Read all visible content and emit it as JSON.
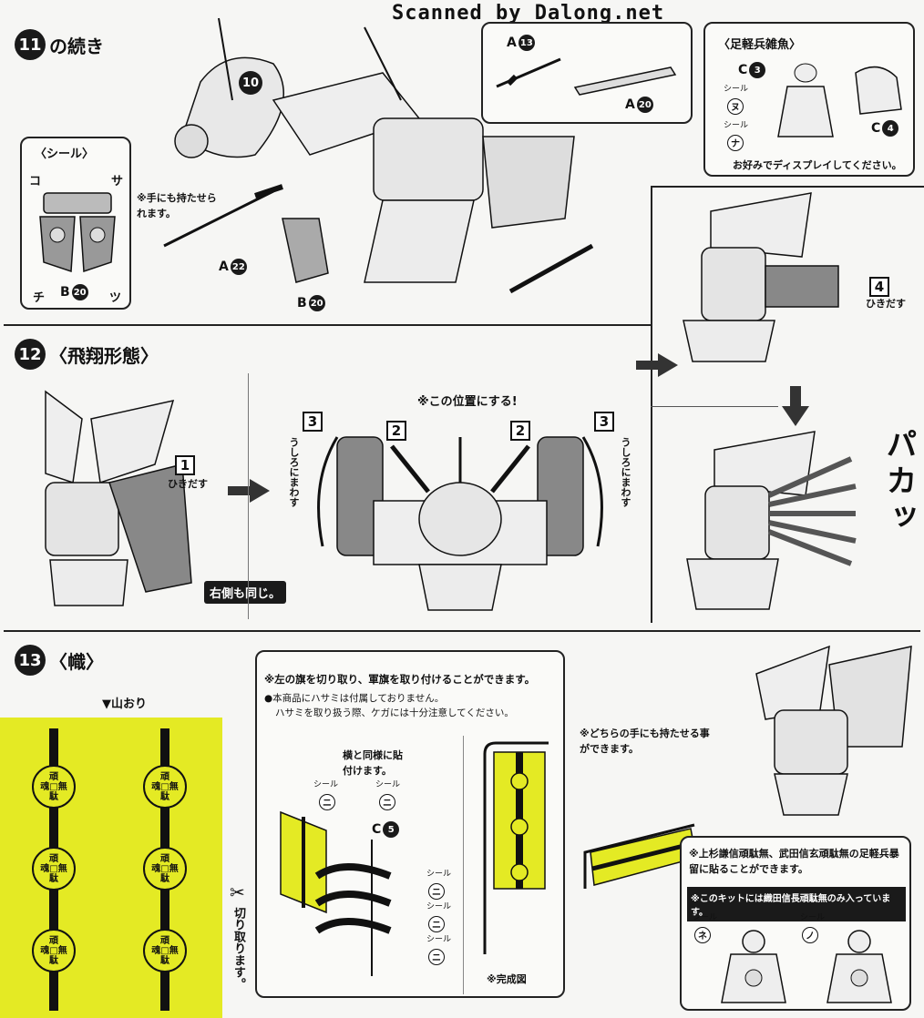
{
  "scan_credit": "Scanned by Dalong.net",
  "step11": {
    "number": "11",
    "title": "の続き",
    "seal_box_title": "〈シール〉",
    "seals": {
      "ko": "コ",
      "sa": "サ",
      "chi": "チ",
      "tsu": "ツ"
    },
    "seal_part_letter": "B",
    "seal_part_num": "20",
    "ref_step": "10",
    "note_hand": "※手にも持たせられます。",
    "part_a22_letter": "A",
    "part_a22_num": "22",
    "part_b20_letter": "B",
    "part_b20_num": "20",
    "inset_a13_letter": "A",
    "inset_a13_num": "13",
    "inset_a20_letter": "A",
    "inset_a20_num": "20",
    "ashigaru_title": "〈足軽兵雑魚〉",
    "ashigaru_c3_letter": "C",
    "ashigaru_c3_num": "3",
    "ashigaru_c4_letter": "C",
    "ashigaru_c4_num": "4",
    "ashigaru_seal_label": "シール",
    "ashigaru_seal_nu": "ヌ",
    "ashigaru_seal_na": "ナ",
    "ashigaru_note": "お好みでディスプレイしてください。",
    "pull_num": "4",
    "pull_label": "ひきだす"
  },
  "step12": {
    "number": "12",
    "title": "〈飛翔形態〉",
    "step1_num": "1",
    "step1_label": "ひきだす",
    "right_same": "右側も同じ。",
    "position_note": "※この位置にする!",
    "step2_num": "2",
    "step3_num": "3",
    "rotate_back": "うしろにまわす",
    "pakatsu": "パカッ"
  },
  "step13": {
    "number": "13",
    "title": "〈幟〉",
    "fold_label": "▼山おり",
    "crest_chars": [
      "頑",
      "無",
      "魂",
      "駄"
    ],
    "cut_label": "切り取ります。",
    "flag_note": "※左の旗を切り取り、軍旗を取り付けることができます。",
    "scissors_note_1": "●本商品にハサミは付属しておりません。",
    "scissors_note_2": "ハサミを取り扱う際、ケガには十分注意してください。",
    "same_side_note": "横と同様に貼付けます。",
    "seal_label": "シール",
    "seal_ni": "ニ",
    "part_c5_letter": "C",
    "part_c5_num": "5",
    "complete_label": "※完成図",
    "either_hand": "※どちらの手にも持たせる事ができます。",
    "ashigaru_note": "※上杉謙信頑駄無、武田信玄頑駄無の足軽兵暴留に貼ることができます。",
    "kit_note": "※このキットには織田信長頑駄無のみ入っています。",
    "seal_ne": "ネ",
    "seal_no": "ノ"
  }
}
